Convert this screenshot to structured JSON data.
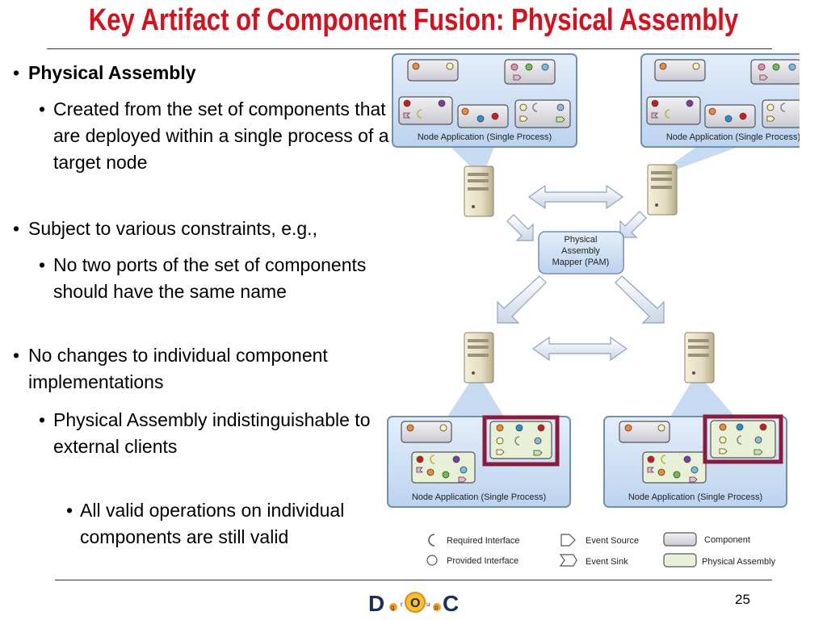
{
  "slide": {
    "title": "Key Artifact of Component Fusion: Physical Assembly",
    "page_number": "25"
  },
  "bullets": [
    {
      "level": 1,
      "text": "Physical Assembly",
      "bold": true
    },
    {
      "level": 2,
      "text": "Created from the set of components that are deployed within a single process of a target node"
    },
    {
      "level": 1,
      "text": "Subject to various constraints, e.g.,"
    },
    {
      "level": 2,
      "text": "No two ports of the set of components should have the same name"
    },
    {
      "level": 1,
      "text": "No changes to individual component implementations"
    },
    {
      "level": 2,
      "text": "Physical Assembly indistinguishable to external clients"
    },
    {
      "level": 3,
      "text": "All valid operations on individual components are still valid"
    }
  ],
  "diagram": {
    "node_label": "Node Application (Single Process)",
    "pam_label_lines": [
      "Physical",
      "Assembly",
      "Mapper (PAM)"
    ],
    "legend": {
      "required_interface": "Required Interface",
      "provided_interface": "Provided Interface",
      "event_source": "Event Source",
      "event_sink": "Event Sink",
      "component": "Component",
      "physical_assembly": "Physical Assembly"
    },
    "colors": {
      "title_red": "#d8101c",
      "node_box_fill": "#cfe1f4",
      "node_box_stroke": "#6f8fb4",
      "component_fill": "#dcdce2",
      "assembly_fill": "#e8f0d8",
      "highlight": "#8b1a3c"
    }
  },
  "logo": {
    "letters": [
      "D",
      "g",
      "r",
      "O",
      "u",
      "p",
      "C"
    ]
  }
}
